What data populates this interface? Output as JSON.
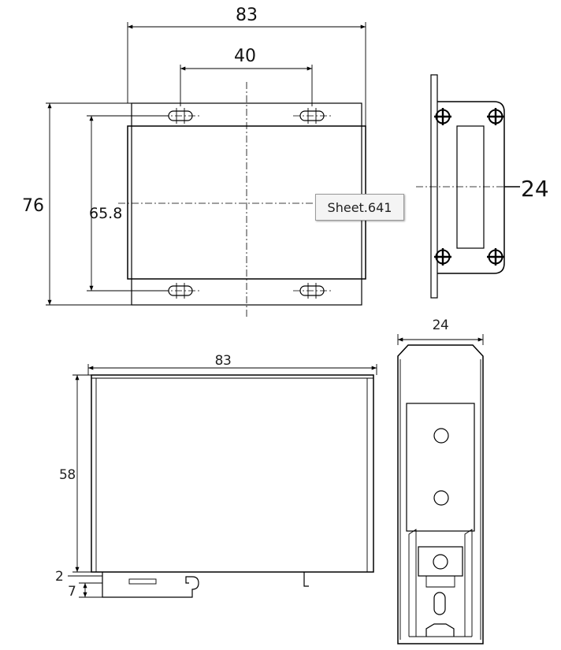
{
  "top_view": {
    "width": "83",
    "hole_spacing": "40",
    "height": "76",
    "inner_height": "65.8"
  },
  "side_view": {
    "thickness": "24"
  },
  "front_view": {
    "width": "83",
    "height": "58",
    "base_gap": "2",
    "rail_height": "7"
  },
  "end_view": {
    "width": "24"
  },
  "tooltip": {
    "label": "Sheet.641"
  }
}
